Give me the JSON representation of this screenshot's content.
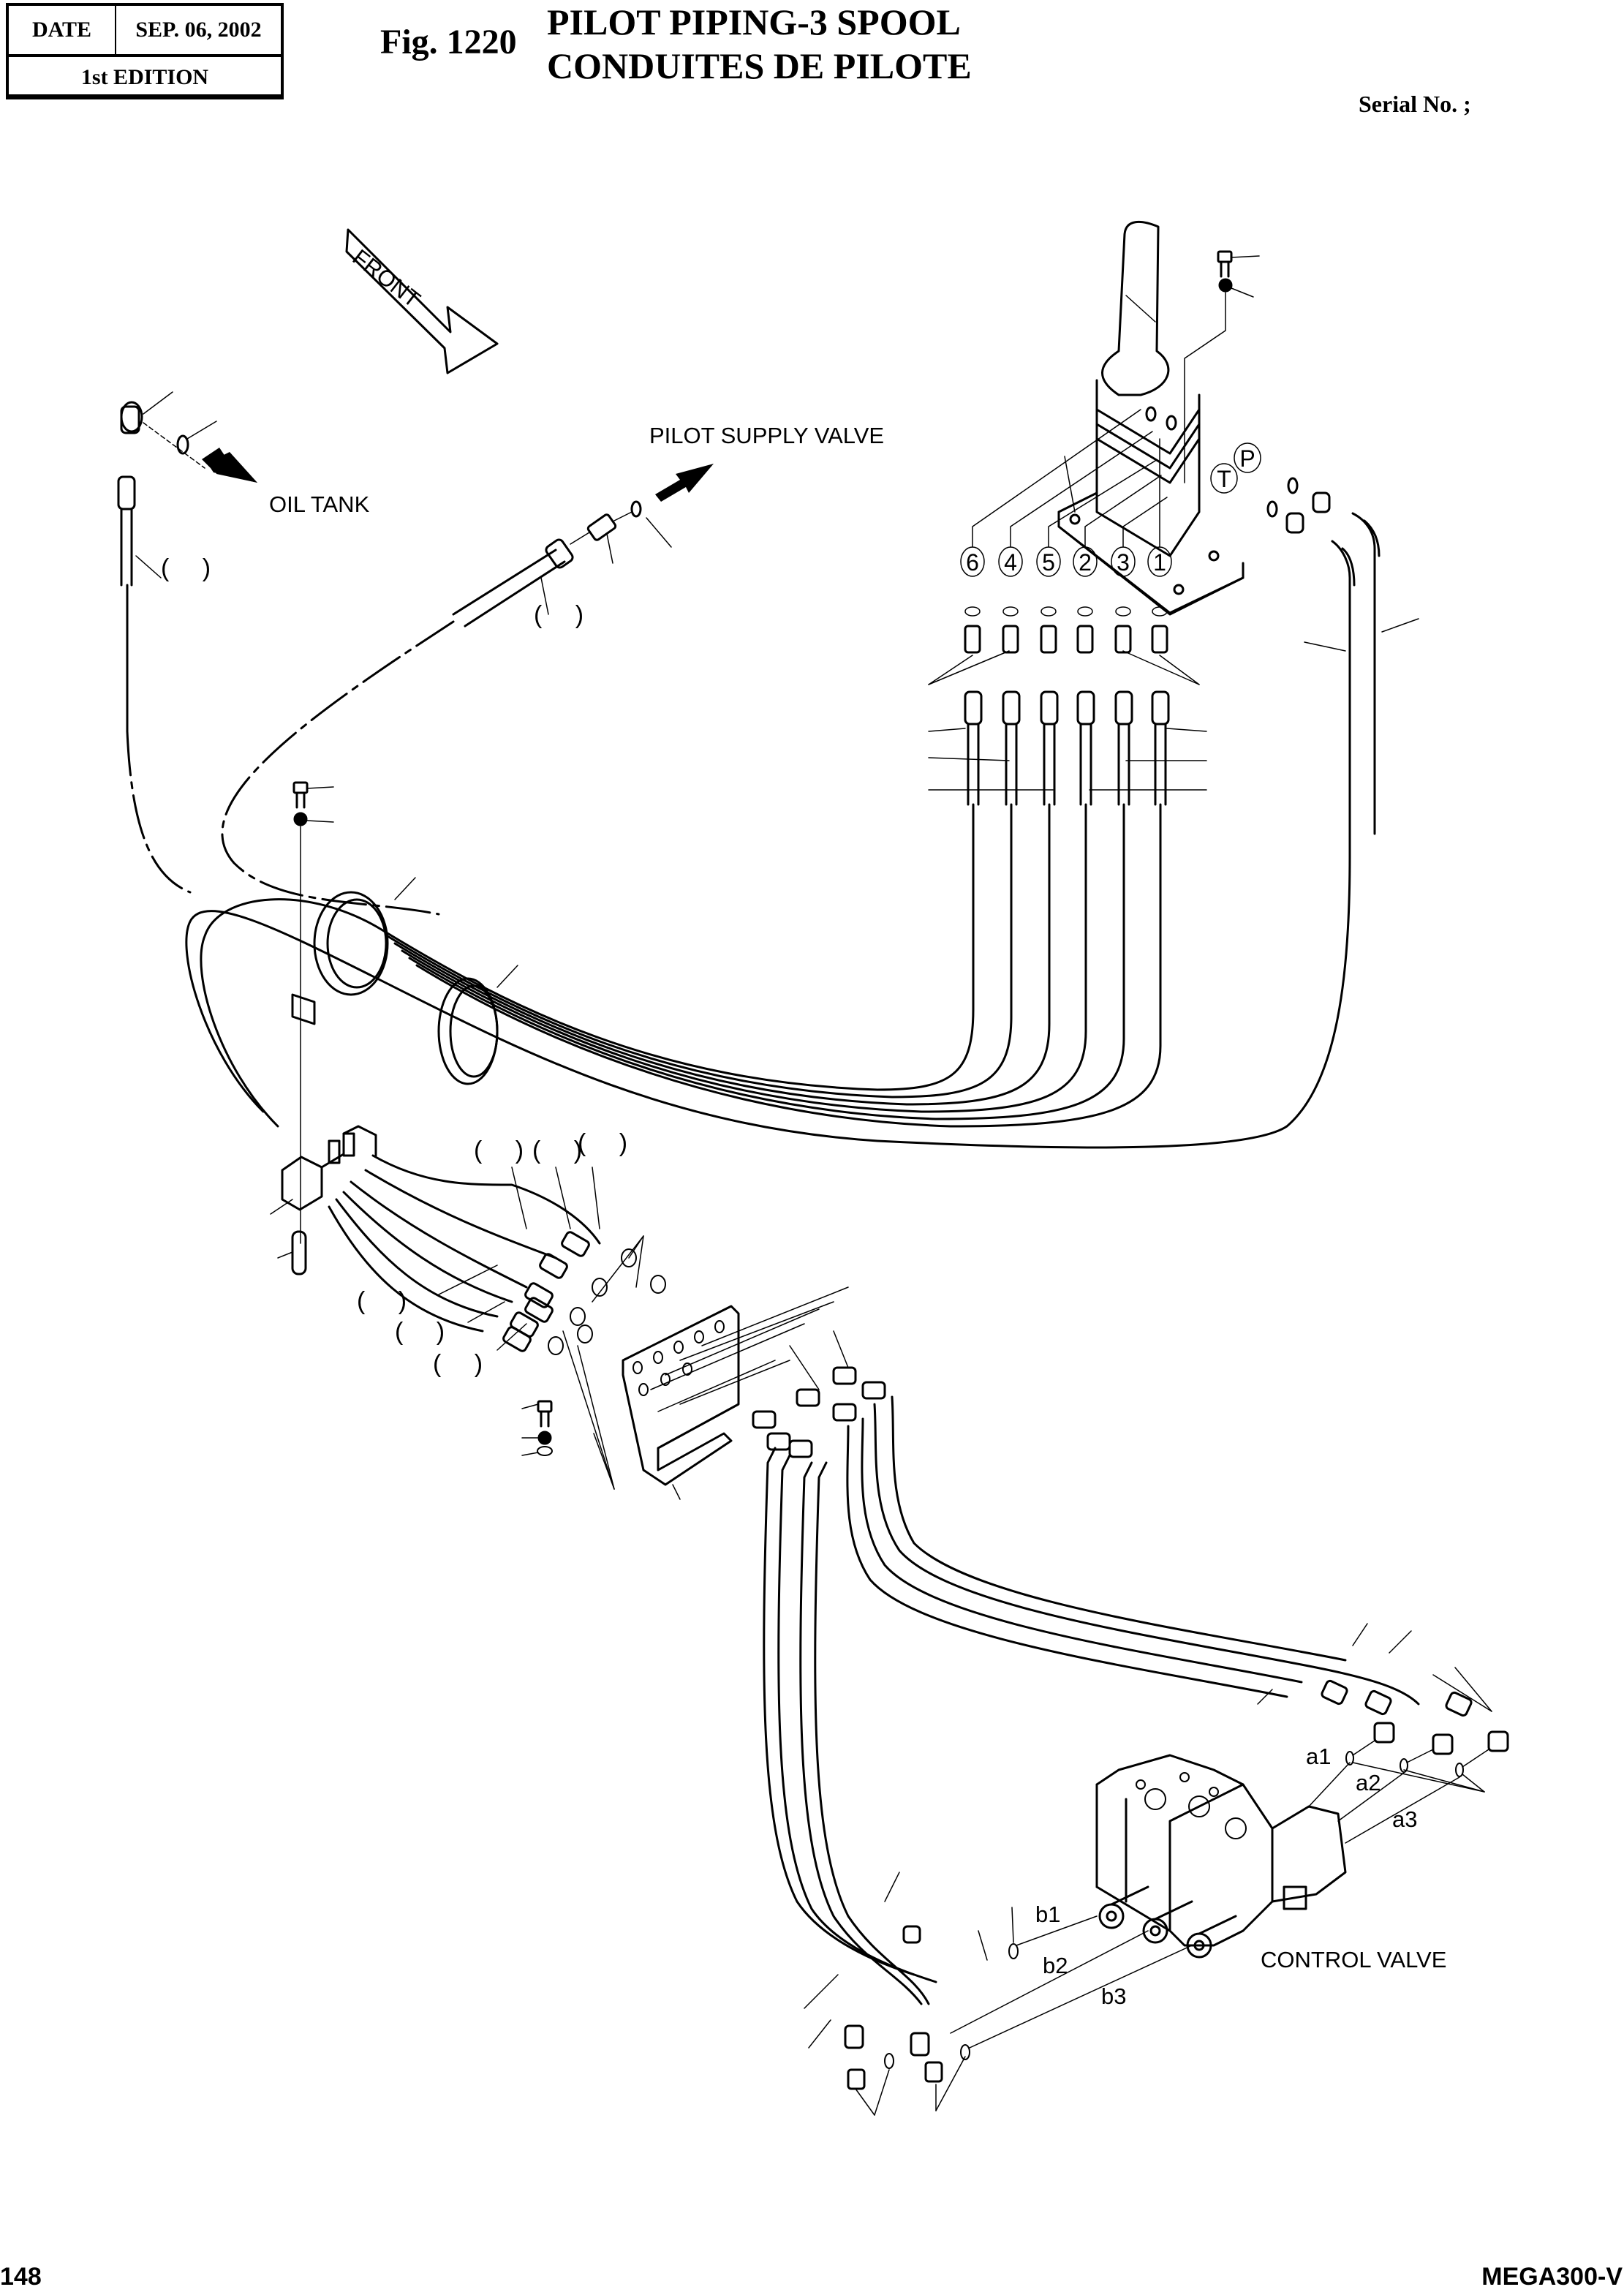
{
  "header": {
    "date_label": "DATE",
    "date_value": "SEP. 06, 2002",
    "edition": "1st EDITION",
    "figure_number": "Fig. 1220",
    "title_en": "PILOT PIPING-3 SPOOL",
    "title_fr": "CONDUITES DE PILOTE",
    "serial_label": "Serial No. ;"
  },
  "diagram": {
    "front_label": "FRONT",
    "oil_tank_label": "OIL TANK",
    "pilot_supply_label": "PILOT SUPPLY VALVE",
    "control_valve_label": "CONTROL VALVE",
    "joystick_ports": [
      "P",
      "T"
    ],
    "numbered_ports": [
      "6",
      "4",
      "5",
      "2",
      "3",
      "1"
    ],
    "valve_ports_a": [
      "a1",
      "a2",
      "a3"
    ],
    "valve_ports_b": [
      "b1",
      "b2",
      "b3"
    ],
    "empty_qty_marker": "( )"
  },
  "footer": {
    "page_number": "148",
    "model": "MEGA300-V"
  }
}
